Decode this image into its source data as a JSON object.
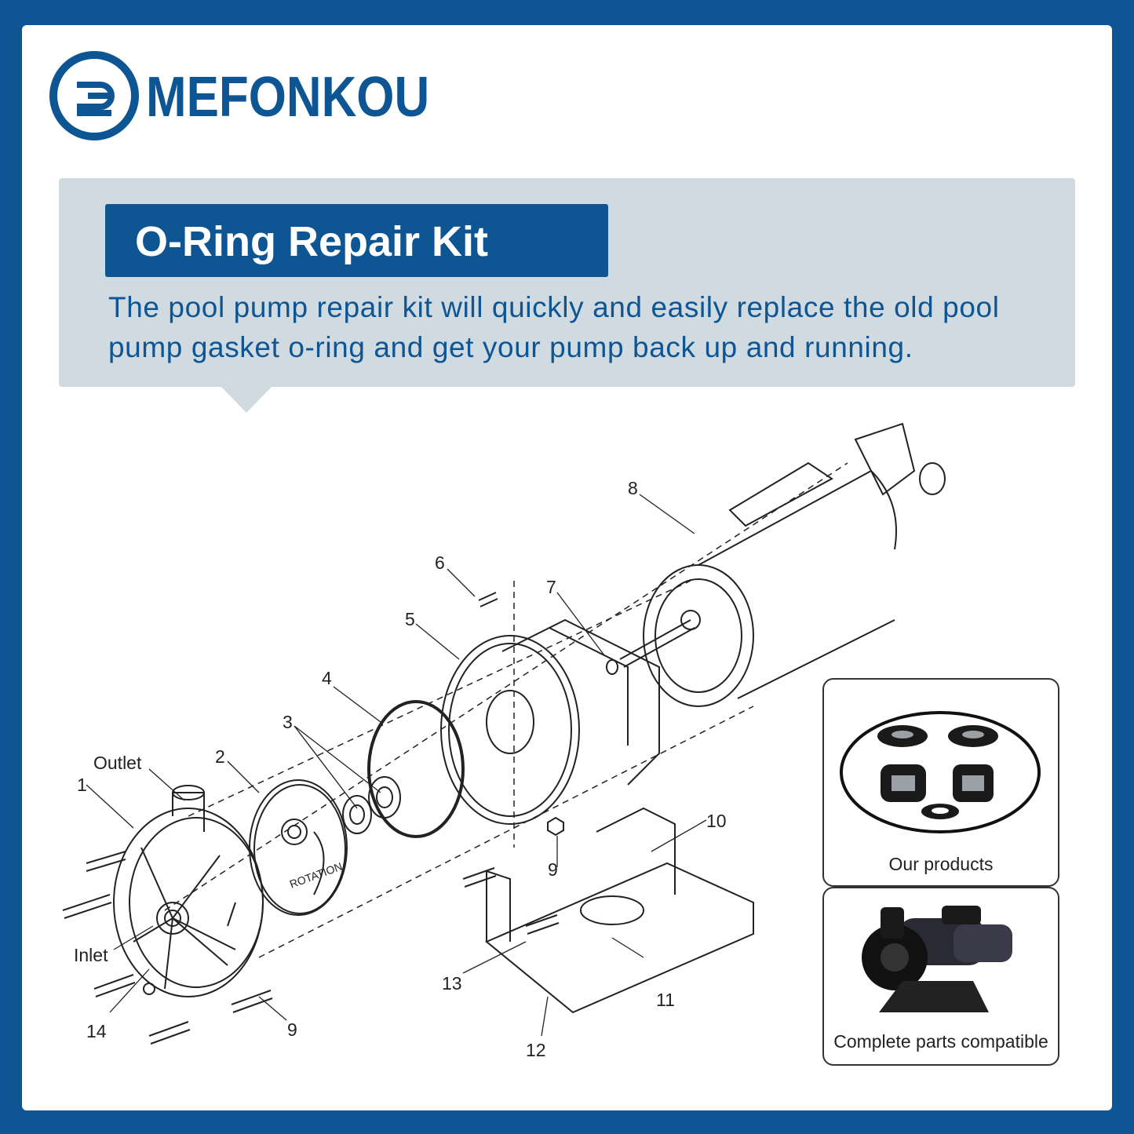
{
  "brand": {
    "name": "MEFONKOU",
    "logo_icon": "mefonkou-circle-logo-icon"
  },
  "header": {
    "title": "O-Ring Repair Kit"
  },
  "description": "The pool pump repair kit will quickly and easily replace the old pool pump gasket o-ring and get your pump back up and running.",
  "diagram": {
    "labels": {
      "outlet": "Outlet",
      "inlet": "Inlet",
      "n1": "1",
      "n2": "2",
      "n3": "3",
      "n4": "4",
      "n5": "5",
      "n6": "6",
      "n7": "7",
      "n8": "8",
      "n9a": "9",
      "n9b": "9",
      "n10": "10",
      "n11": "11",
      "n12": "12",
      "n13": "13",
      "n14": "14"
    },
    "impeller_text": "ROTATION"
  },
  "side_panels": {
    "products_caption": "Our products",
    "compatible_caption": "Complete parts compatible"
  },
  "colors": {
    "brand_blue": "#0e5594",
    "panel_gray": "#d0dae1"
  }
}
